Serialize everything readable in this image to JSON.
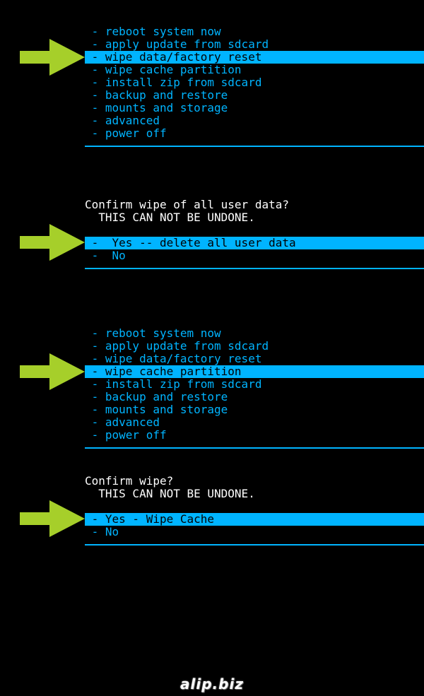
{
  "colors": {
    "background": "#000000",
    "menu_text": "#00b4ff",
    "highlight": "#00b4ff",
    "highlight_text": "#000000",
    "header_text": "#ffffff",
    "arrow": "#a6cf2a"
  },
  "icons": {
    "pointer": "green-arrow-icon"
  },
  "main_menu_1": {
    "items": [
      {
        "label": " - reboot system now"
      },
      {
        "label": " - apply update from sdcard"
      },
      {
        "label": " - wipe data/factory reset",
        "selected": true
      },
      {
        "label": " - wipe cache partition"
      },
      {
        "label": " - install zip from sdcard"
      },
      {
        "label": " - backup and restore"
      },
      {
        "label": " - mounts and storage"
      },
      {
        "label": " - advanced"
      },
      {
        "label": " - power off"
      }
    ]
  },
  "confirm_data": {
    "header": "Confirm wipe of all user data?",
    "warning": "  THIS CAN NOT BE UNDONE.",
    "items": [
      {
        "label": " -  Yes -- delete all user data",
        "selected": true
      },
      {
        "label": " -  No"
      }
    ]
  },
  "main_menu_2": {
    "items": [
      {
        "label": " - reboot system now"
      },
      {
        "label": " - apply update from sdcard"
      },
      {
        "label": " - wipe data/factory reset"
      },
      {
        "label": " - wipe cache partition",
        "selected": true
      },
      {
        "label": " - install zip from sdcard"
      },
      {
        "label": " - backup and restore"
      },
      {
        "label": " - mounts and storage"
      },
      {
        "label": " - advanced"
      },
      {
        "label": " - power off"
      }
    ]
  },
  "confirm_cache": {
    "header": "Confirm wipe?",
    "warning": "  THIS CAN NOT BE UNDONE.",
    "items": [
      {
        "label": " - Yes - Wipe Cache",
        "selected": true
      },
      {
        "label": " - No"
      }
    ]
  },
  "watermark": "alip.biz"
}
